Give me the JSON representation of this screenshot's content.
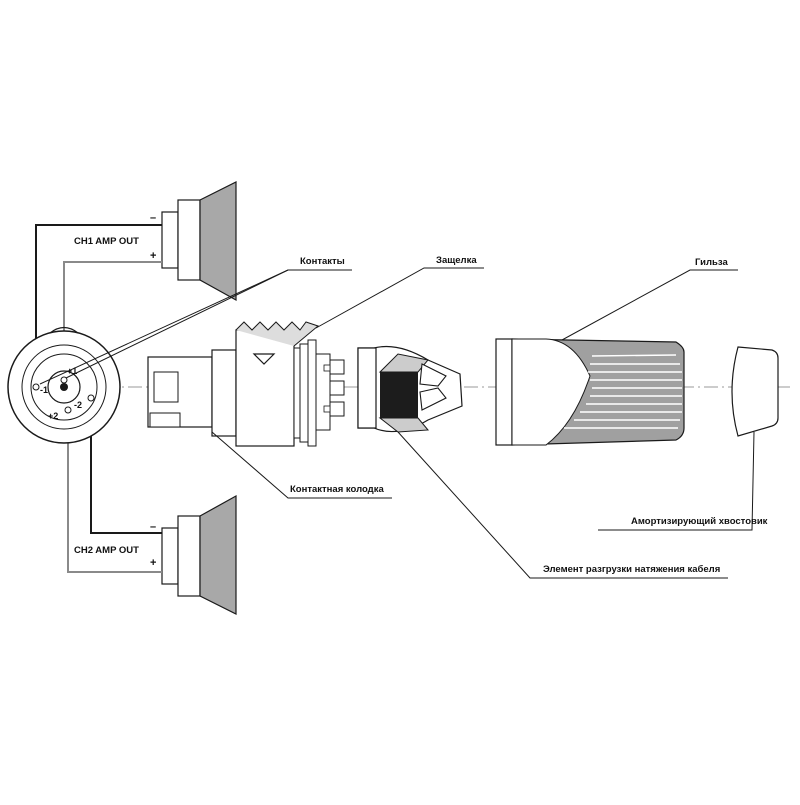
{
  "diagram": {
    "speaker_ch1": {
      "label": "CH1 AMP OUT",
      "minus": "–",
      "plus": "+"
    },
    "speaker_ch2": {
      "label": "CH2 AMP OUT",
      "minus": "–",
      "plus": "+"
    },
    "pins": {
      "minus_one": "-1",
      "plus_one": "+1",
      "minus_two": "-2",
      "plus_two": "+2"
    },
    "callouts": {
      "contacts": "Контакты",
      "latch": "Защелка",
      "sleeve": "Гильза",
      "contact_block": "Контактная колодка",
      "strain_relief": "Элемент разгрузки натяжения кабеля",
      "tail": "Амортизирующий хвостовик"
    },
    "colors": {
      "line": "#1a1a1a",
      "speaker_fill": "#a8a8a8",
      "wire_grey": "#8a8a8a",
      "dark_insert": "#1c1c1c",
      "gray_band": "#a0a0a0"
    }
  }
}
